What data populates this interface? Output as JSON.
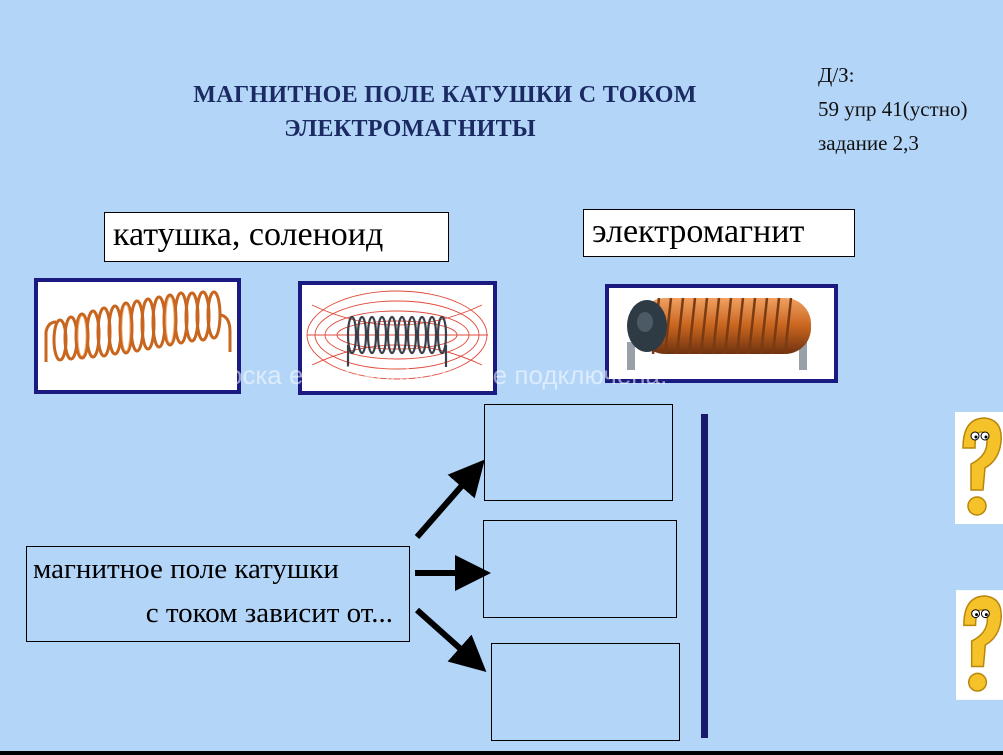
{
  "title": {
    "line1": "МАГНИТНОЕ ПОЛЕ  КАТУШКИ С ТОКОМ",
    "line2": "ЭЛЕКТРОМАГНИТЫ"
  },
  "homework": {
    "line1": "Д/З:",
    "line2": "59 упр 41(устно)",
    "line3": "задание 2,3"
  },
  "labels": {
    "coil": "катушка, соленоид",
    "electromagnet": "электромагнит"
  },
  "prompt": {
    "line1": "магнитное поле катушки",
    "line2": "с током зависит от..."
  },
  "watermark": "Доска elite Panaboard не подключена.",
  "colors": {
    "background": "#b3d5f8",
    "title": "#1b2a63",
    "frame": "#1a1a80",
    "copper": "#c8651e"
  },
  "icons": [
    "question-mark-icon",
    "question-mark-icon"
  ]
}
